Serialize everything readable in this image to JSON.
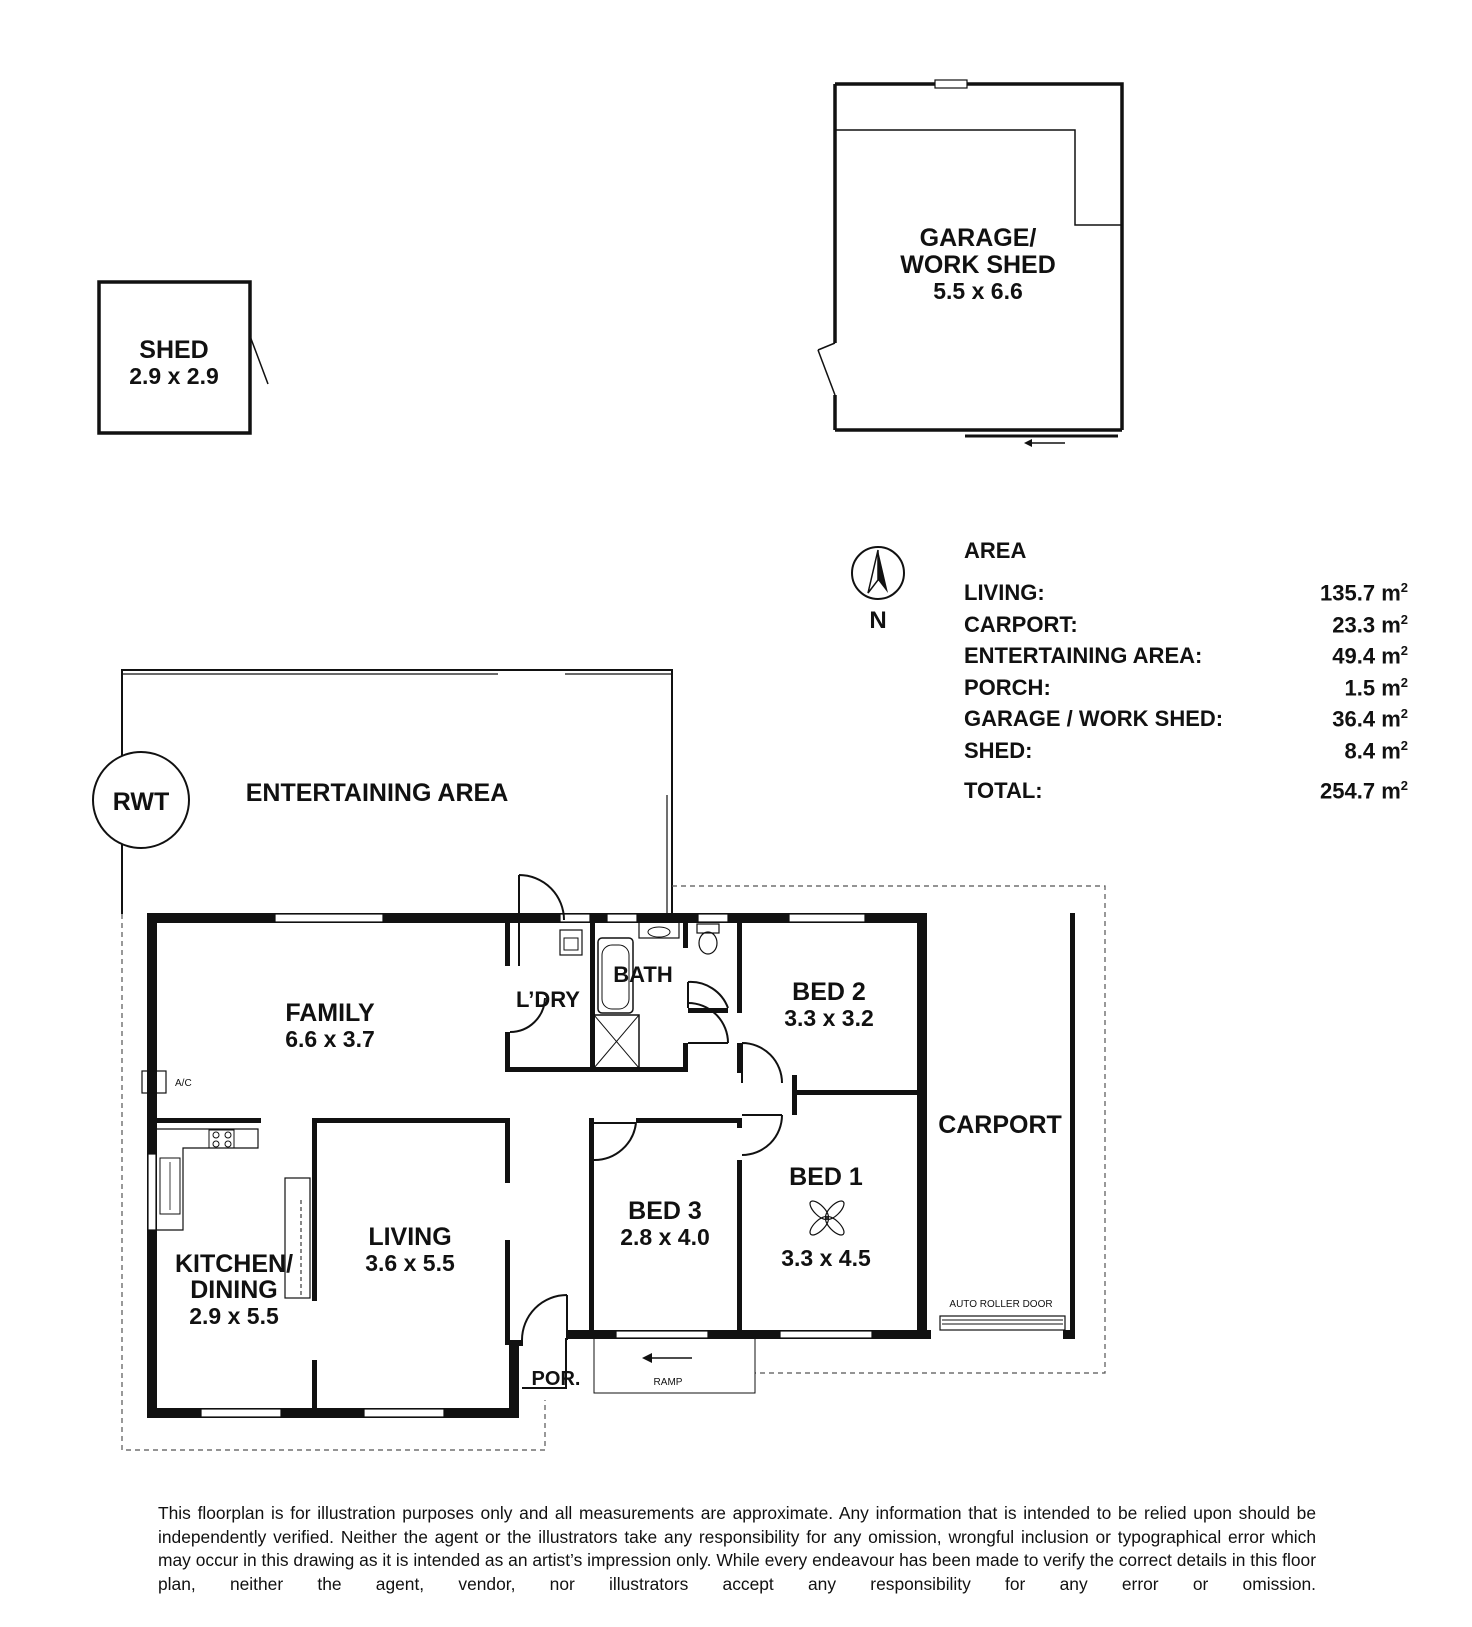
{
  "rooms": {
    "shed": {
      "name": "SHED",
      "dims": "2.9 x 2.9"
    },
    "garage": {
      "name_line1": "GARAGE/",
      "name_line2": "WORK SHED",
      "dims": "5.5 x 6.6"
    },
    "entertaining": {
      "name": "ENTERTAINING AREA"
    },
    "rwt": {
      "name": "RWT"
    },
    "family": {
      "name": "FAMILY",
      "dims": "6.6 x 3.7"
    },
    "laundry": {
      "name": "L’DRY"
    },
    "bath": {
      "name": "BATH"
    },
    "bed2": {
      "name": "BED 2",
      "dims": "3.3 x 3.2"
    },
    "bed1": {
      "name": "BED 1",
      "dims": "3.3 x 4.5"
    },
    "bed3": {
      "name": "BED 3",
      "dims": "2.8 x 4.0"
    },
    "living": {
      "name": "LIVING",
      "dims": "3.6 x 5.5"
    },
    "kitchen": {
      "name_line1": "KITCHEN/",
      "name_line2": "DINING",
      "dims": "2.9 x 5.5"
    },
    "carport": {
      "name": "CARPORT"
    },
    "porch": {
      "name": "POR."
    }
  },
  "annotations": {
    "ac": "A/C",
    "ramp": "RAMP",
    "auto_roller_door": "AUTO ROLLER DOOR",
    "north": "N"
  },
  "area_table": {
    "title": "AREA",
    "unit": "m",
    "rows": [
      {
        "label": "LIVING:",
        "value": "135.7"
      },
      {
        "label": "CARPORT:",
        "value": "23.3"
      },
      {
        "label": "ENTERTAINING AREA:",
        "value": "49.4"
      },
      {
        "label": "PORCH:",
        "value": "1.5"
      },
      {
        "label": "GARAGE / WORK SHED:",
        "value": "36.4"
      },
      {
        "label": "SHED:",
        "value": "8.4"
      }
    ],
    "total": {
      "label": "TOTAL:",
      "value": "254.7"
    }
  },
  "disclaimer": "This floorplan is for illustration purposes only and all measurements are approximate. Any information that is intended to be relied upon should be independently verified. Neither the agent or the illustrators take any responsibility for any omission, wrongful inclusion or typographical error which may occur in this drawing as it is intended as an artist’s impression only. While every endeavour has been made to verify the correct details in this floor plan, neither the agent, vendor, nor illustrators accept any responsibility for any error or omission."
}
